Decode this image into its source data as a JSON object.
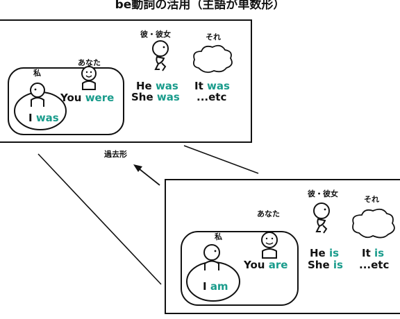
{
  "title": "be動詞の活用（主語が単数形）",
  "past_label": "過去形",
  "colors": {
    "verb": "#1a9c8c",
    "line": "#111111"
  },
  "past_panel": {
    "watashi": "私",
    "anata": "あなた",
    "kare_kanojo": "彼・彼女",
    "sore": "それ",
    "i_subject": "I ",
    "i_verb": "was",
    "you_subject": "You ",
    "you_verb": "were",
    "he_subject": "He ",
    "he_verb": "was",
    "she_subject": "She ",
    "she_verb": "was",
    "it_subject": "It ",
    "it_verb": "was",
    "etc": "...etc"
  },
  "present_panel": {
    "watashi": "私",
    "anata": "あなた",
    "kare_kanojo": "彼・彼女",
    "sore": "それ",
    "i_subject": "I ",
    "i_verb": "am",
    "you_subject": "You ",
    "you_verb": "are",
    "he_subject": "He ",
    "he_verb": "is",
    "she_subject": "She ",
    "she_verb": "is",
    "it_subject": "It ",
    "it_verb": "is",
    "etc": "...etc"
  },
  "icons": [
    "person-icon",
    "cloud-icon",
    "arrow-icon"
  ]
}
